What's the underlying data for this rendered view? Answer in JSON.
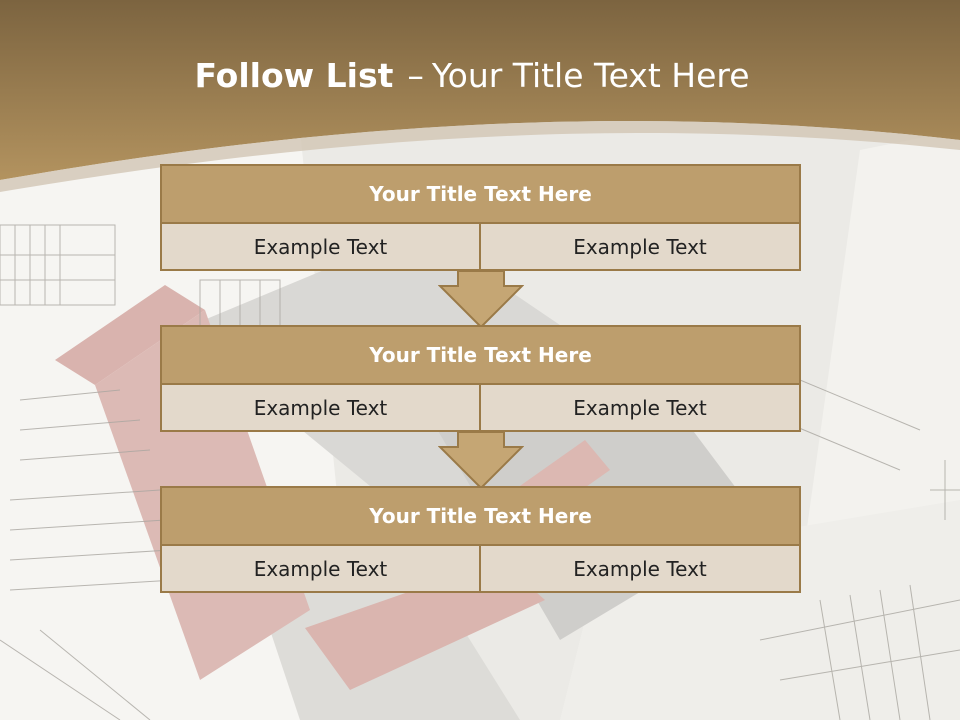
{
  "slide": {
    "title_bold": "Follow List",
    "title_dash": "–",
    "title_rest": "Your Title Text Here"
  },
  "blocks": [
    {
      "title": "Your Title Text Here",
      "left": "Example Text",
      "right": "Example Text"
    },
    {
      "title": "Your Title Text Here",
      "left": "Example Text",
      "right": "Example Text"
    },
    {
      "title": "Your Title Text Here",
      "left": "Example Text",
      "right": "Example Text"
    }
  ],
  "colors": {
    "header_band": "#8b6e43",
    "box_header": "#bd9e6d",
    "box_cell": "#e3d9cb",
    "border": "#9a7a48",
    "arrow": "#c5a674"
  }
}
